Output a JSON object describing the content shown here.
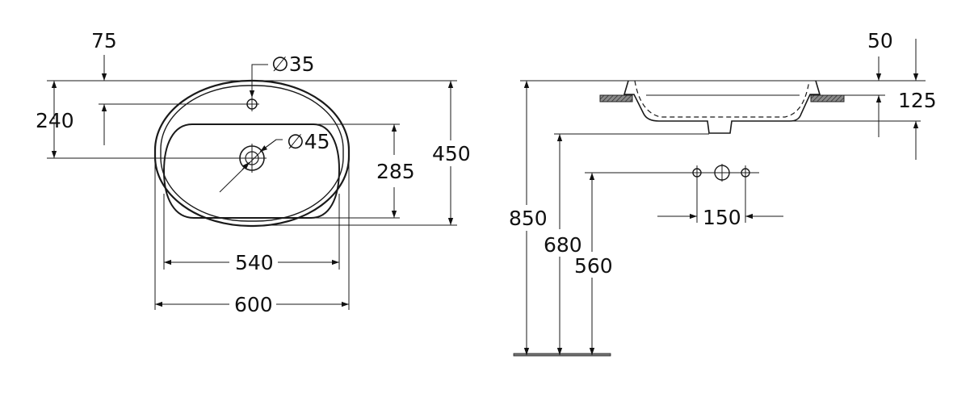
{
  "dimensions": {
    "top_offset": "75",
    "overflow_diameter": "∅35",
    "overflow_height": "240",
    "drain_diameter": "∅45",
    "inner_depth": "285",
    "outer_depth": "450",
    "inner_width": "540",
    "outer_width": "600",
    "rim_height": "50",
    "bowl_depth": "125",
    "install_height": "850",
    "drain_height": "680",
    "supply_height": "560",
    "tap_spacing": "150"
  },
  "colors": {
    "line": "#1a1a1a",
    "hatch": "#444444",
    "background": "#ffffff"
  }
}
